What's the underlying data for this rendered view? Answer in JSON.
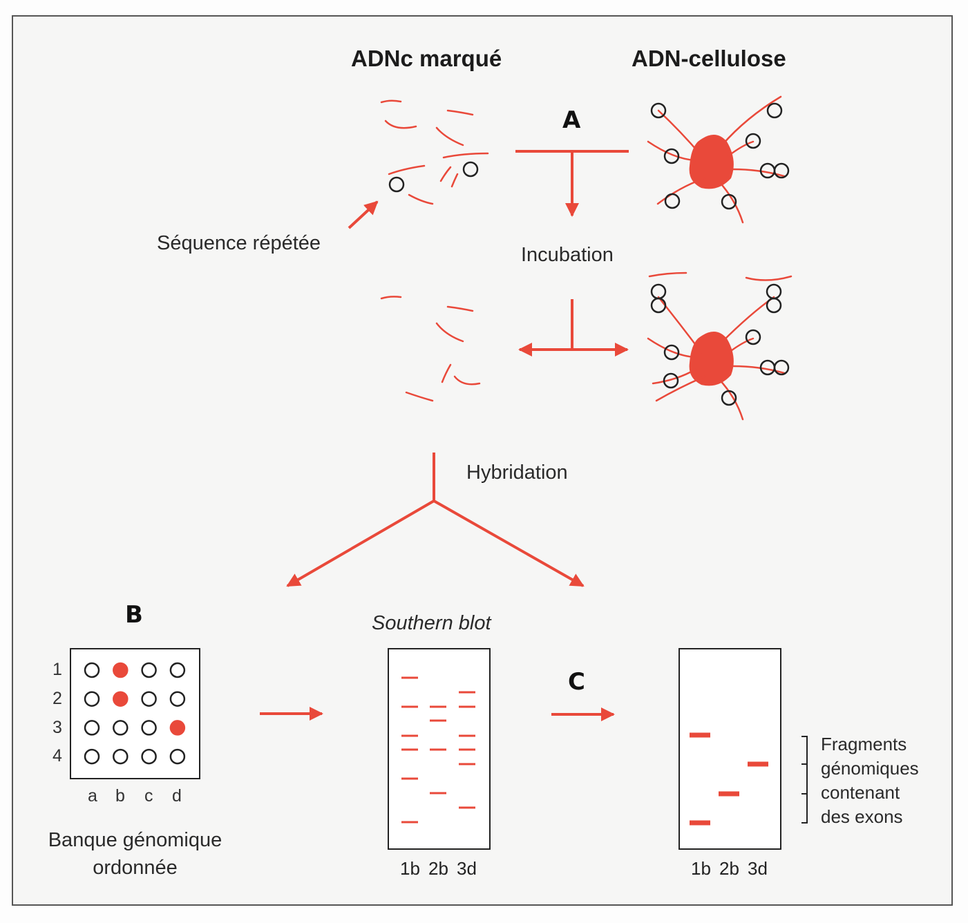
{
  "headers": {
    "labeled_cdna": "ADNc marqué",
    "dna_cellulose": "ADN-cellulose"
  },
  "steps": {
    "a": "A",
    "b": "B",
    "c": "C"
  },
  "labels": {
    "repeated_sequence": "Séquence répétée",
    "incubation": "Incubation",
    "hybridization": "Hybridation",
    "southern_blot": "Southern blot",
    "library": "Banque génomique\nordonnée"
  },
  "library_grid": {
    "rows": [
      "1",
      "2",
      "3",
      "4"
    ],
    "cols": [
      "a",
      "b",
      "c",
      "d"
    ],
    "positives": [
      "1b",
      "2b",
      "3d"
    ]
  },
  "blot_lanes": [
    "1b",
    "2b",
    "3d"
  ],
  "exon_fragments_label": [
    "Fragments",
    "génomiques",
    "contenant",
    "des exons"
  ],
  "colors": {
    "accent": "#e9493a",
    "ink": "#222222",
    "frame": "#555555"
  }
}
